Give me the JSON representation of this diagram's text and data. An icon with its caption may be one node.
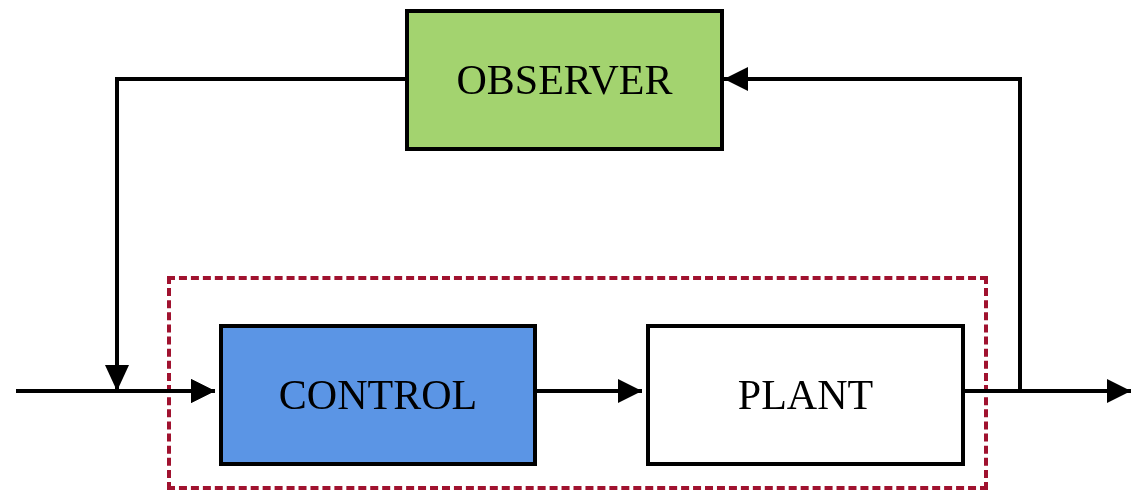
{
  "diagram": {
    "nodes": [
      {
        "text": [
          "OBSERVER"
        ]
      },
      {
        "text": [],
        "shape": "box"
      },
      {
        "text": [
          "CONTROL"
        ],
        "in": 1
      },
      {
        "text": [
          "PLANT"
        ],
        "in": 1
      }
    ],
    "edges": [
      {
        "from": null,
        "to": 2,
        "arrow": "to"
      },
      {
        "from": 2,
        "to": 3,
        "arrow": "to"
      },
      {
        "from": 3,
        "to": null,
        "arrow": "to"
      },
      {
        "from": 3,
        "to": 0,
        "arrow": "to"
      },
      {
        "from": 0,
        "to": 2,
        "arrow": "to"
      }
    ]
  }
}
